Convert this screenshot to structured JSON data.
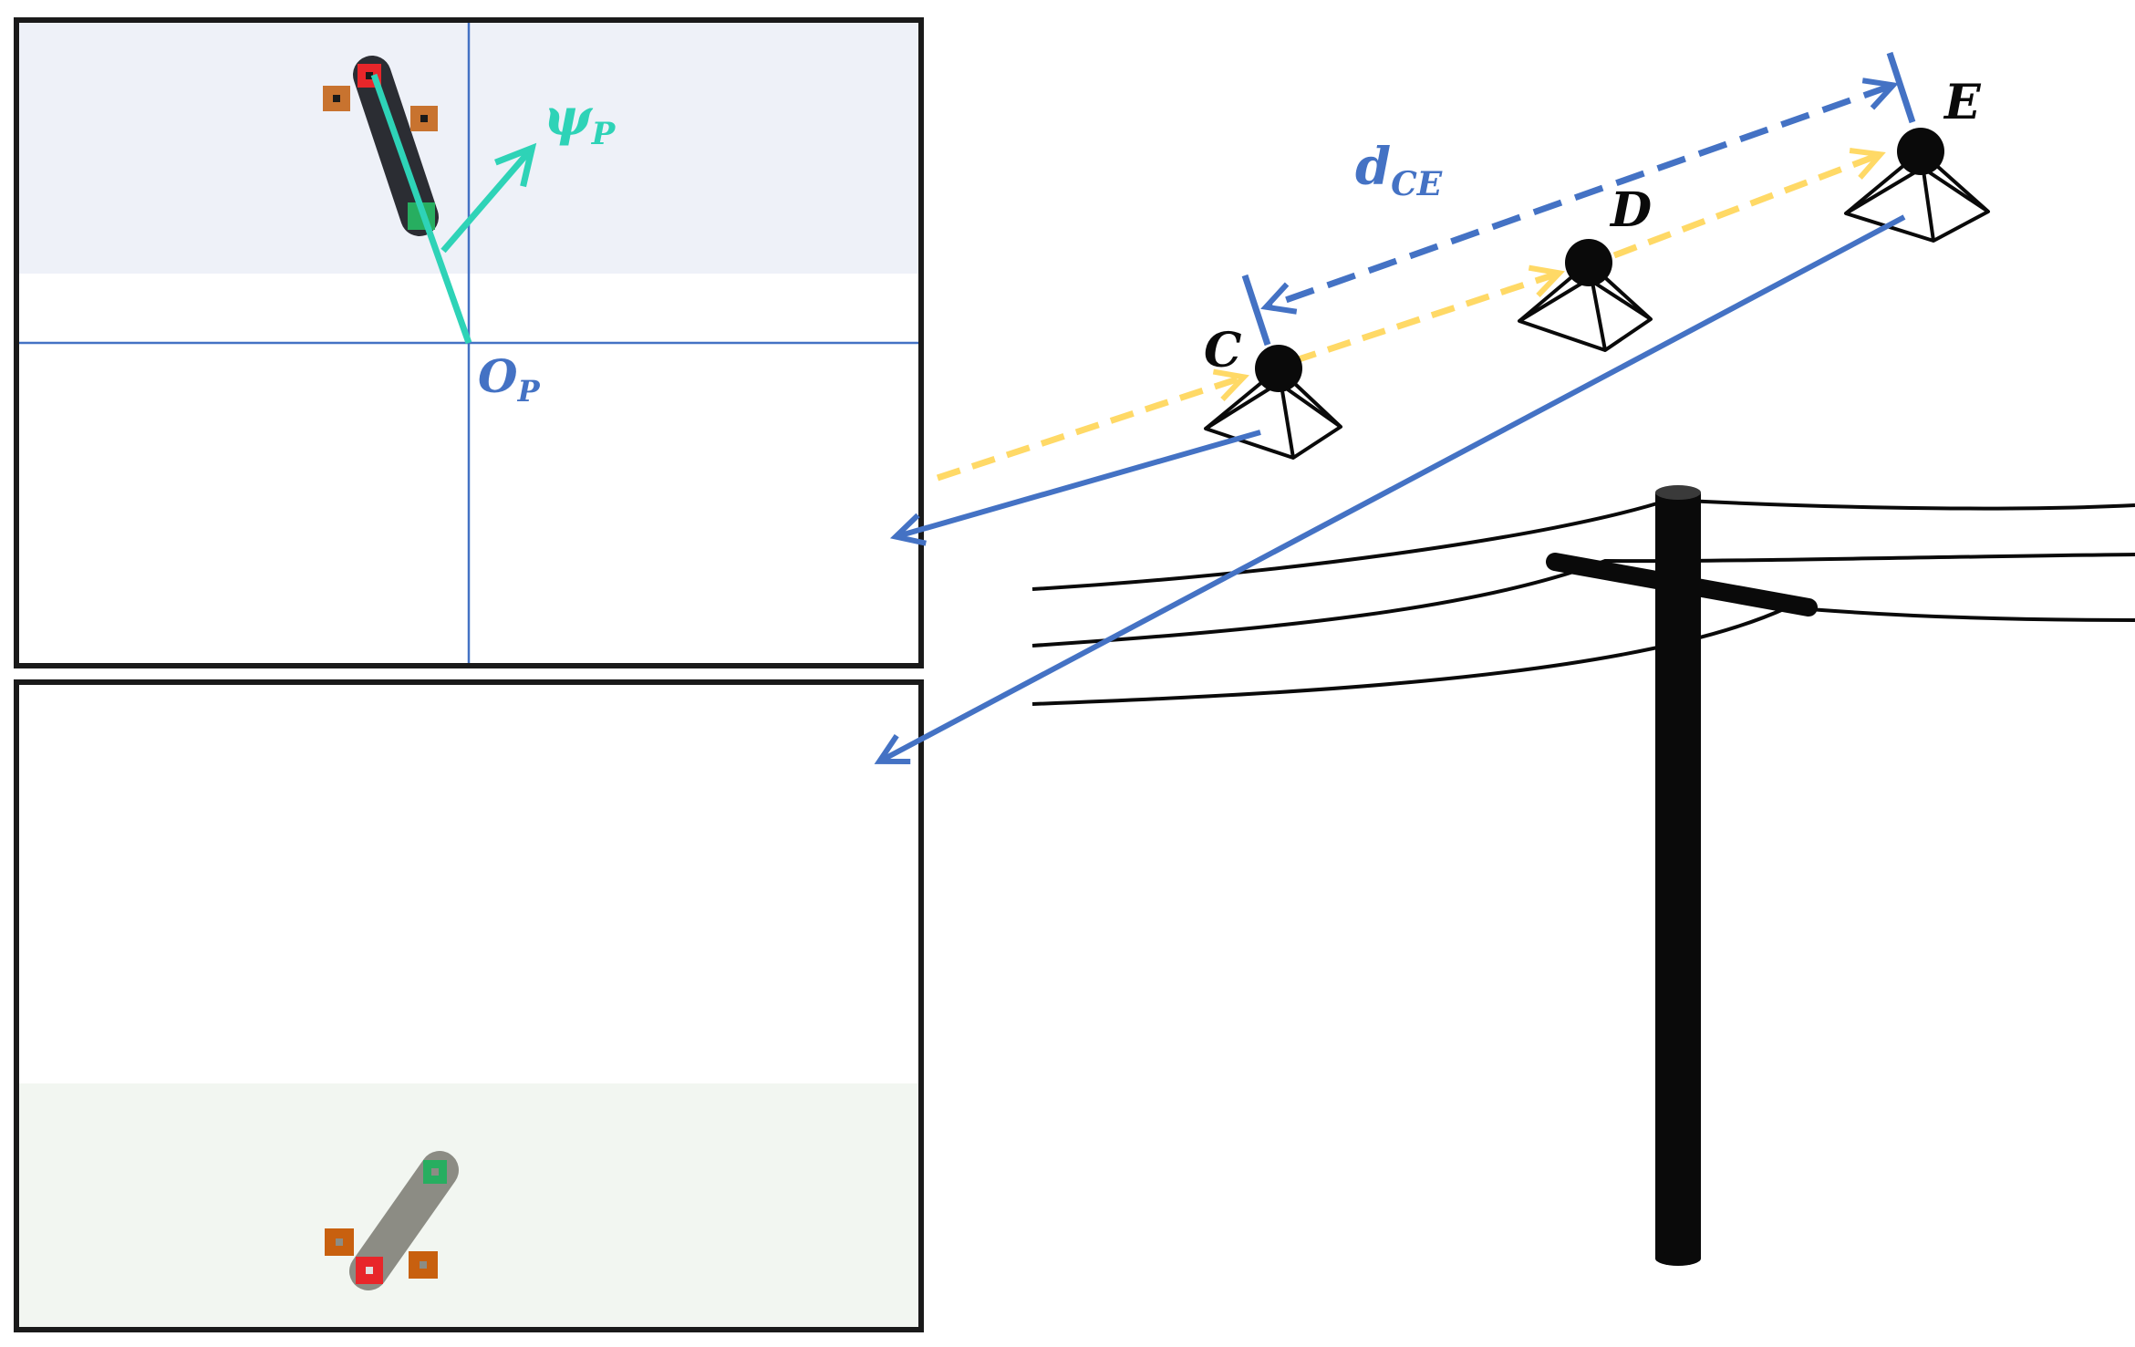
{
  "labels": {
    "psi": "ψ",
    "psi_sub": "P",
    "origin": "O",
    "origin_sub": "P",
    "distance": "d",
    "distance_sub": "CE",
    "camera_c": "C",
    "camera_d": "D",
    "camera_e": "E"
  },
  "colors": {
    "frame_border": "#1a1a1a",
    "top_panel_band": "#eef1f8",
    "bottom_panel_band": "#f2f6f1",
    "axis_line": "#4472c4",
    "heading_arrow": "#2ed3b7",
    "distance_arrow": "#4472c4",
    "trajectory_arrow": "#ffd966",
    "projection_arrow": "#4472c4",
    "keypoint_red": "#e8262a",
    "keypoint_orange": "#c8732f",
    "keypoint_green": "#27ae60",
    "insulator_top": "#2b2d33",
    "insulator_bottom": "#8c8c84",
    "pole": "#0a0a0a"
  }
}
